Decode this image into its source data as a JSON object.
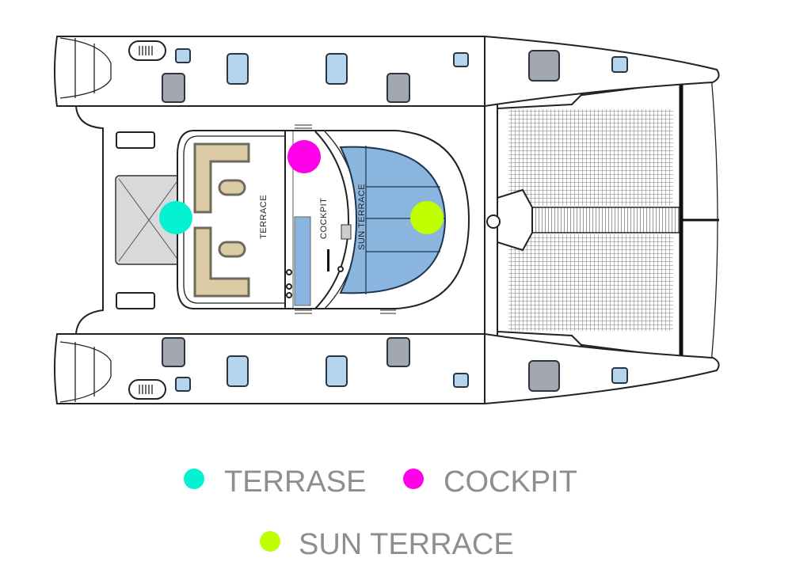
{
  "title": "Catamaran deck plan",
  "areas": {
    "terrace": "TERRACE",
    "cockpit": "COCKPIT",
    "sun_terrace": "SUN TERRACE"
  },
  "legend": [
    {
      "label": "TERRASE",
      "color": "#05f2d2"
    },
    {
      "label": "COCKPIT",
      "color": "#ff00e8"
    },
    {
      "label": "SUN TERRACE",
      "color": "#c0ff00"
    }
  ]
}
